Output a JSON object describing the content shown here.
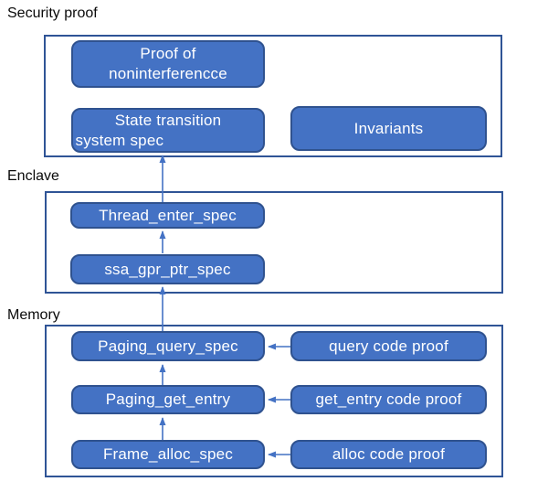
{
  "title": "Security proof layered diagram",
  "colors": {
    "node_fill": "#4472C4",
    "node_border": "#2F528F",
    "section_border": "#2F5496",
    "arrow": "#4472C4",
    "node_text": "#ffffff",
    "label_text": "#0a0a0a",
    "background": "#ffffff"
  },
  "sections": [
    {
      "id": "security",
      "label": "Security proof"
    },
    {
      "id": "enclave",
      "label": "Enclave"
    },
    {
      "id": "memory",
      "label": "Memory"
    }
  ],
  "nodes": {
    "proof_of_noninterference": {
      "lines": [
        "Proof of",
        "noninterferencce"
      ]
    },
    "state_transition": {
      "lines": [
        "State transition",
        "system spec"
      ]
    },
    "invariants": {
      "label": "Invariants"
    },
    "thread_enter_spec": {
      "label": "Thread_enter_spec"
    },
    "ssa_gpr_ptr_spec": {
      "label": "ssa_gpr_ptr_spec"
    },
    "paging_query_spec": {
      "label": "Paging_query_spec"
    },
    "paging_get_entry": {
      "label": "Paging_get_entry"
    },
    "frame_alloc_spec": {
      "label": "Frame_alloc_spec"
    },
    "query_code_proof": {
      "label": "query code proof"
    },
    "get_entry_code_proof": {
      "label": "get_entry code proof"
    },
    "alloc_code_proof": {
      "label": "alloc code proof"
    }
  },
  "edges": [
    {
      "from": "Thread_enter_spec",
      "to": "State transition system spec",
      "direction": "up"
    },
    {
      "from": "ssa_gpr_ptr_spec",
      "to": "Thread_enter_spec",
      "direction": "up"
    },
    {
      "from": "Paging_query_spec",
      "to": "ssa_gpr_ptr_spec",
      "direction": "up"
    },
    {
      "from": "Paging_get_entry",
      "to": "Paging_query_spec",
      "direction": "up"
    },
    {
      "from": "Frame_alloc_spec",
      "to": "Paging_get_entry",
      "direction": "up"
    },
    {
      "from": "query code proof",
      "to": "Paging_query_spec",
      "direction": "left"
    },
    {
      "from": "get_entry code proof",
      "to": "Paging_get_entry",
      "direction": "left"
    },
    {
      "from": "alloc code proof",
      "to": "Frame_alloc_spec",
      "direction": "left"
    }
  ]
}
